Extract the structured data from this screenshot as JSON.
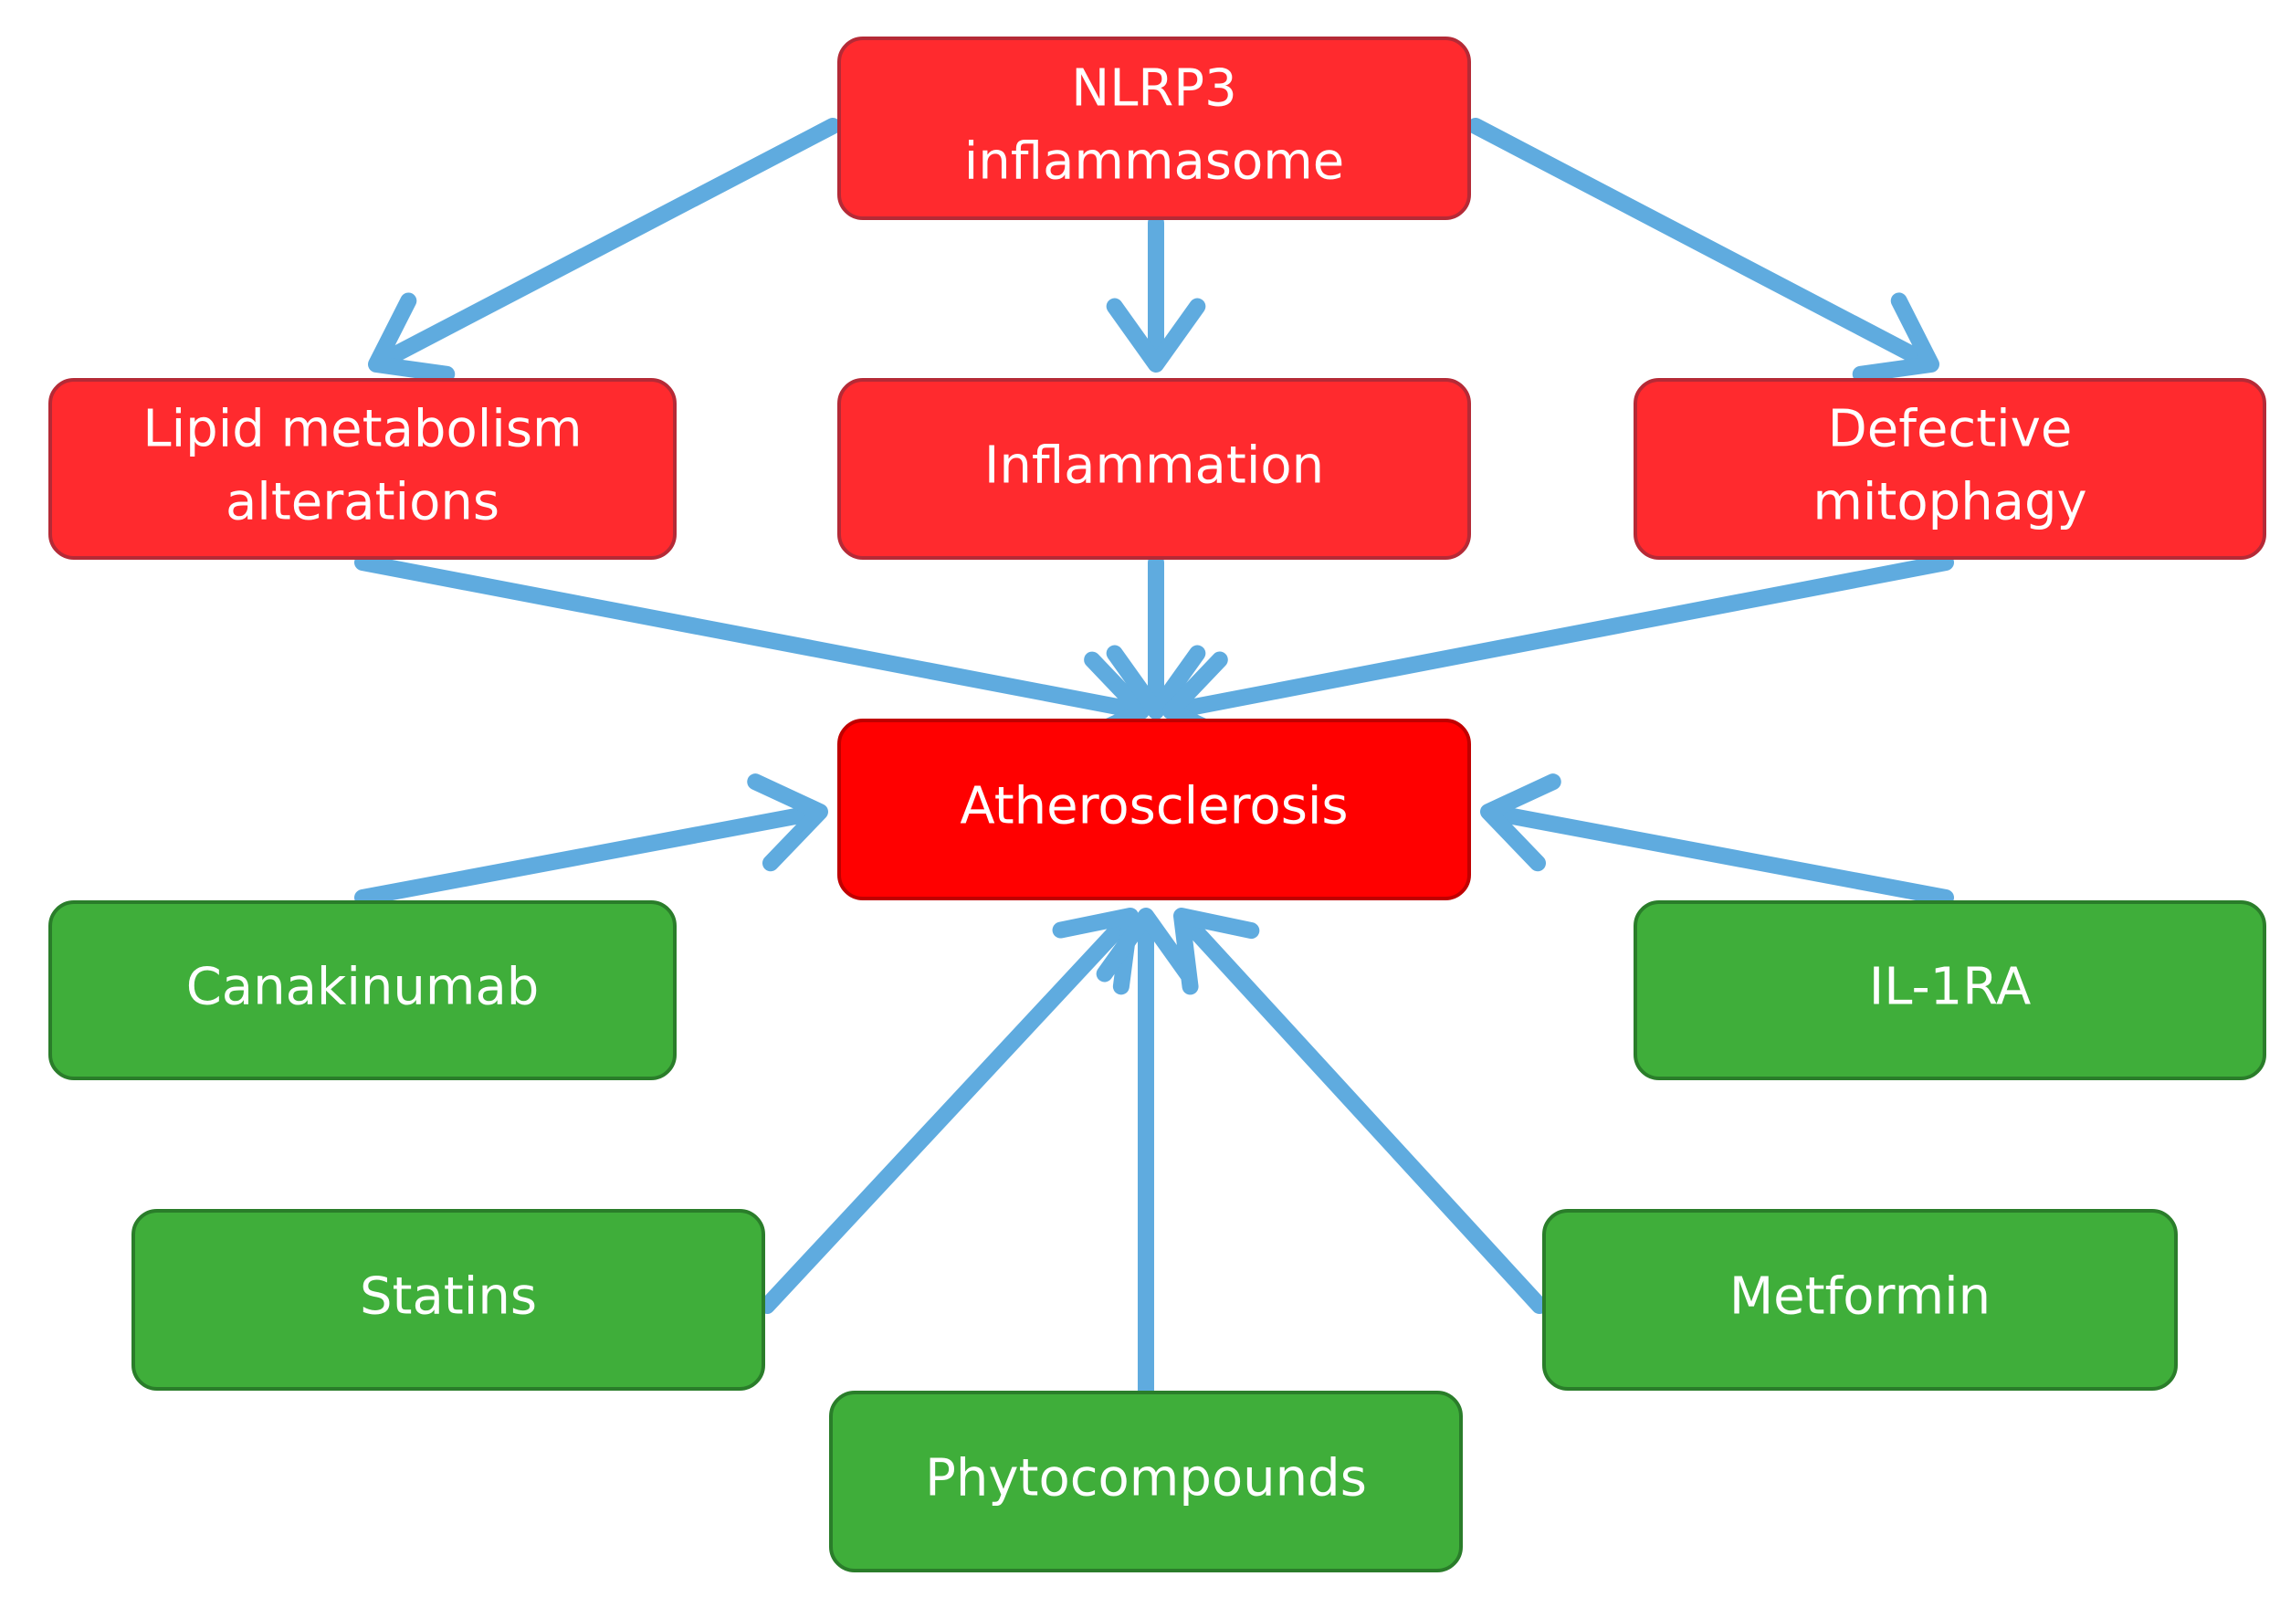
{
  "colors": {
    "background": "#ffffff",
    "pathway_fill": "#ff2a2e",
    "pathway_stroke": "#b52a36",
    "target_fill": "#ff0000",
    "target_stroke": "#c00000",
    "treatment_fill": "#3fae3a",
    "treatment_stroke": "#2a7d2a",
    "arrow": "#5fabdf"
  },
  "nodes": {
    "nlrp3": {
      "lines": [
        "NLRP3",
        "inflammasome"
      ],
      "kind": "pathway"
    },
    "lipid": {
      "lines": [
        "Lipid metabolism",
        "alterations"
      ],
      "kind": "pathway"
    },
    "inflammation": {
      "lines": [
        "Inflammation"
      ],
      "kind": "pathway"
    },
    "mitophagy": {
      "lines": [
        "Defective",
        "mitophagy"
      ],
      "kind": "pathway"
    },
    "atherosclerosis": {
      "lines": [
        "Atherosclerosis"
      ],
      "kind": "target"
    },
    "canakinumab": {
      "lines": [
        "Canakinumab"
      ],
      "kind": "treatment"
    },
    "il1ra": {
      "lines": [
        "IL-1RA"
      ],
      "kind": "treatment"
    },
    "statins": {
      "lines": [
        "Statins"
      ],
      "kind": "treatment"
    },
    "metformin": {
      "lines": [
        "Metformin"
      ],
      "kind": "treatment"
    },
    "phytocompounds": {
      "lines": [
        "Phytocompounds"
      ],
      "kind": "treatment"
    }
  },
  "edges": [
    {
      "from": "nlrp3",
      "to": "lipid"
    },
    {
      "from": "nlrp3",
      "to": "inflammation"
    },
    {
      "from": "nlrp3",
      "to": "mitophagy"
    },
    {
      "from": "lipid",
      "to": "atherosclerosis"
    },
    {
      "from": "inflammation",
      "to": "atherosclerosis"
    },
    {
      "from": "mitophagy",
      "to": "atherosclerosis"
    },
    {
      "from": "canakinumab",
      "to": "atherosclerosis"
    },
    {
      "from": "il1ra",
      "to": "atherosclerosis"
    },
    {
      "from": "statins",
      "to": "atherosclerosis"
    },
    {
      "from": "phytocompounds",
      "to": "atherosclerosis"
    },
    {
      "from": "metformin",
      "to": "atherosclerosis"
    }
  ]
}
